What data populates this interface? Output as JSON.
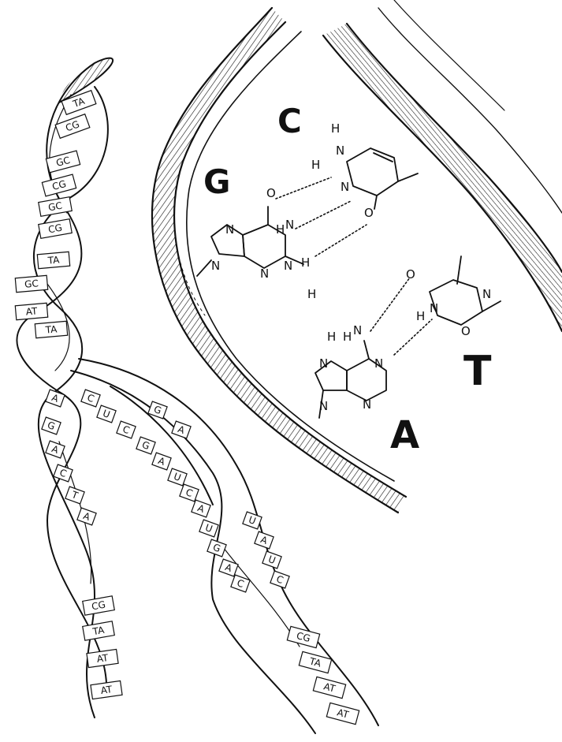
{
  "labels": {
    "guanine": "G",
    "cytosine": "C",
    "adenine": "A",
    "thymine": "T"
  },
  "atoms": {
    "N": "N",
    "H": "H",
    "O": "O"
  },
  "helix_base_pairs": {
    "upper_left": [
      "TA",
      "CG",
      "GC",
      "CG",
      "GC",
      "CG",
      "TA",
      "GC",
      "AT",
      "TA"
    ],
    "lower_left": [
      "CG",
      "TA",
      "AT",
      "AT"
    ],
    "lower_right": [
      "CG",
      "TA",
      "AT",
      "AT"
    ]
  },
  "single_strand_bases": [
    "A",
    "G",
    "A",
    "C",
    "T",
    "A",
    "C",
    "U",
    "C",
    "G",
    "A",
    "U",
    "C",
    "A",
    "U",
    "G",
    "A",
    "C",
    "U",
    "A",
    "U",
    "C",
    "G",
    "A"
  ],
  "colors": {
    "ink": "#111111",
    "paper": "#ffffff"
  }
}
